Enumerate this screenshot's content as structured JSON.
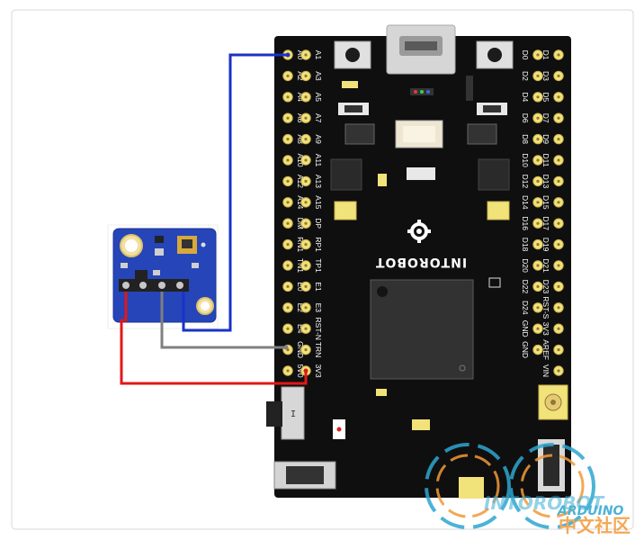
{
  "board": {
    "brand": "INTOROBOT",
    "left_outer": [
      "A0",
      "A2",
      "A4",
      "A6",
      "A8",
      "A10",
      "A12",
      "A14",
      "DM",
      "RN1",
      "TN1",
      "E0",
      "E2",
      "E4",
      "GND",
      "5V0"
    ],
    "left_inner": [
      "A1",
      "A3",
      "A5",
      "A7",
      "A9",
      "A11",
      "A13",
      "A15",
      "DP",
      "RP1",
      "TP1",
      "E1",
      "E3",
      "RST-N",
      "TRN",
      "3V3"
    ],
    "right_inner": [
      "D0",
      "D2",
      "D4",
      "D6",
      "D8",
      "D10",
      "D12",
      "D14",
      "D16",
      "D18",
      "D20",
      "D22",
      "D24",
      "GND",
      "GND"
    ],
    "right_outer": [
      "D1",
      "D3",
      "D5",
      "D7",
      "D9",
      "D11",
      "D13",
      "D15",
      "D17",
      "D19",
      "D21",
      "D23",
      "RST-S",
      "3V3",
      "AREF",
      "VIN"
    ]
  },
  "switch_label": "I",
  "watermark": {
    "text_en": "INTOROBOT",
    "text_en2": "ARDUINO",
    "text_cn": "中文社区"
  },
  "colors": {
    "board": "#0f0f0f",
    "module": "#2545b8",
    "wire_signal": "#1a32c8",
    "wire_gnd": "#808080",
    "wire_power": "#e01818",
    "pad": "#f2e27a",
    "watermark_blue": "#2da6cf",
    "watermark_orange": "#f29a38"
  }
}
